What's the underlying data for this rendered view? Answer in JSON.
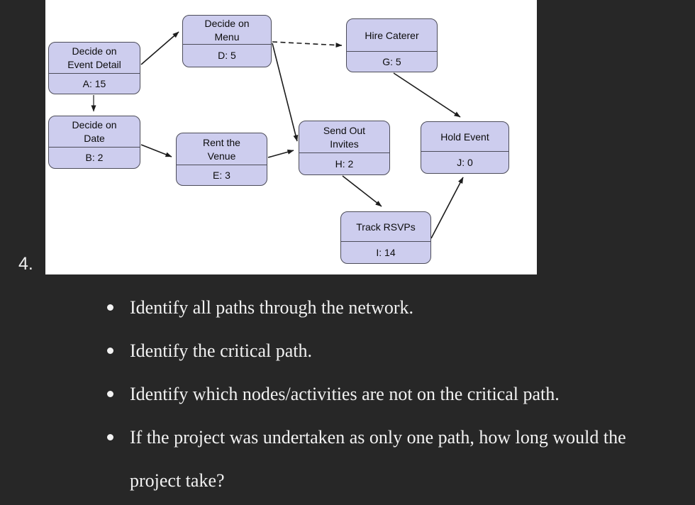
{
  "item_number": "4.",
  "diagram": {
    "nodes": [
      {
        "id": "A",
        "title": "Decide on\nEvent Detail",
        "label": "A: 15"
      },
      {
        "id": "D",
        "title": "Decide on\nMenu",
        "label": "D: 5"
      },
      {
        "id": "G",
        "title": "Hire Caterer",
        "label": "G: 5"
      },
      {
        "id": "B",
        "title": "Decide on\nDate",
        "label": "B: 2"
      },
      {
        "id": "E",
        "title": "Rent the\nVenue",
        "label": "E: 3"
      },
      {
        "id": "H",
        "title": "Send Out\nInvites",
        "label": "H: 2"
      },
      {
        "id": "J",
        "title": "Hold Event",
        "label": "J: 0"
      },
      {
        "id": "I",
        "title": "Track RSVPs",
        "label": "I: 14"
      }
    ],
    "edges": [
      {
        "from": "A",
        "to": "D",
        "style": "solid"
      },
      {
        "from": "A",
        "to": "B",
        "style": "solid"
      },
      {
        "from": "B",
        "to": "E",
        "style": "solid"
      },
      {
        "from": "D",
        "to": "G",
        "style": "dashed"
      },
      {
        "from": "D",
        "to": "H",
        "style": "solid"
      },
      {
        "from": "E",
        "to": "H",
        "style": "solid"
      },
      {
        "from": "G",
        "to": "J",
        "style": "solid"
      },
      {
        "from": "H",
        "to": "I",
        "style": "solid"
      },
      {
        "from": "I",
        "to": "J",
        "style": "solid"
      }
    ]
  },
  "questions": [
    "Identify all paths through the network.",
    "Identify the critical path.",
    "Identify which nodes/activities are not on the critical path.",
    "If the project was undertaken as only one path, how long would the project take?"
  ],
  "colors": {
    "page_background": "#272727",
    "panel_background": "#ffffff",
    "node_fill": "#cdcdee",
    "node_border": "#4c4c59",
    "edge_color": "#1c1c1c",
    "text_light": "#f2f2f2"
  }
}
